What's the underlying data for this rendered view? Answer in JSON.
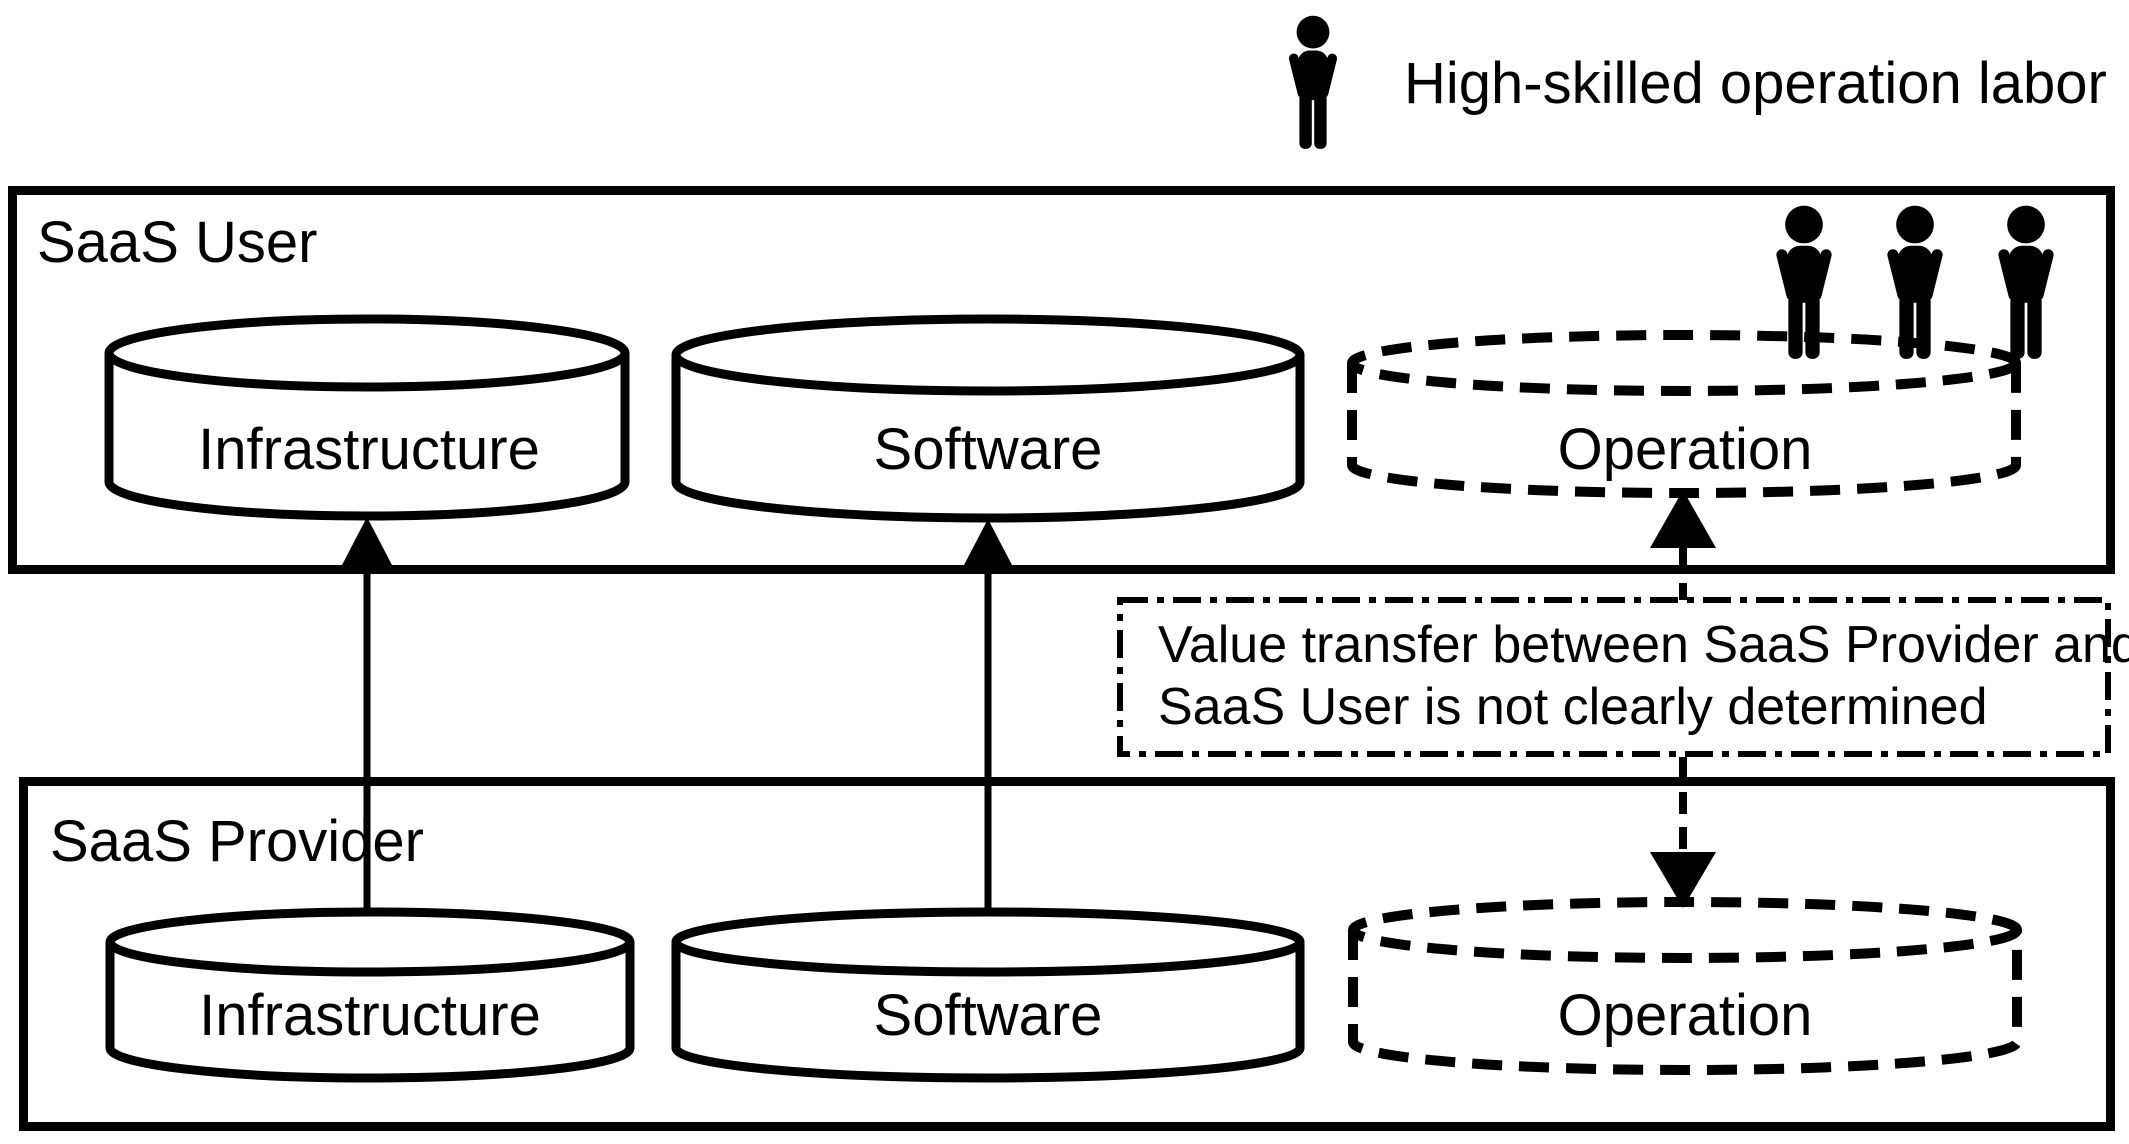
{
  "colors": {
    "ink": "#000000",
    "background": "#ffffff"
  },
  "legend": {
    "icon": "person-icon",
    "label": "High-skilled operation labor"
  },
  "note": {
    "line1": "Value transfer between SaaS Provider and",
    "line2": "SaaS User is not clearly determined"
  },
  "saas_user": {
    "title": "SaaS User",
    "operators_count": 3,
    "cylinders": [
      {
        "label": "Infrastructure",
        "style": "solid"
      },
      {
        "label": "Software",
        "style": "solid"
      },
      {
        "label": "Operation",
        "style": "dashed"
      }
    ]
  },
  "saas_provider": {
    "title": "SaaS Provider",
    "cylinders": [
      {
        "label": "Infrastructure",
        "style": "solid"
      },
      {
        "label": "Software",
        "style": "solid"
      },
      {
        "label": "Operation",
        "style": "dashed"
      }
    ]
  },
  "arrows": {
    "infrastructure_transfer": "provider-infrastructure-to-user-infrastructure",
    "software_transfer": "provider-software-to-user-software",
    "operation_transfer": "undetermined-bidirectional-dashed"
  }
}
